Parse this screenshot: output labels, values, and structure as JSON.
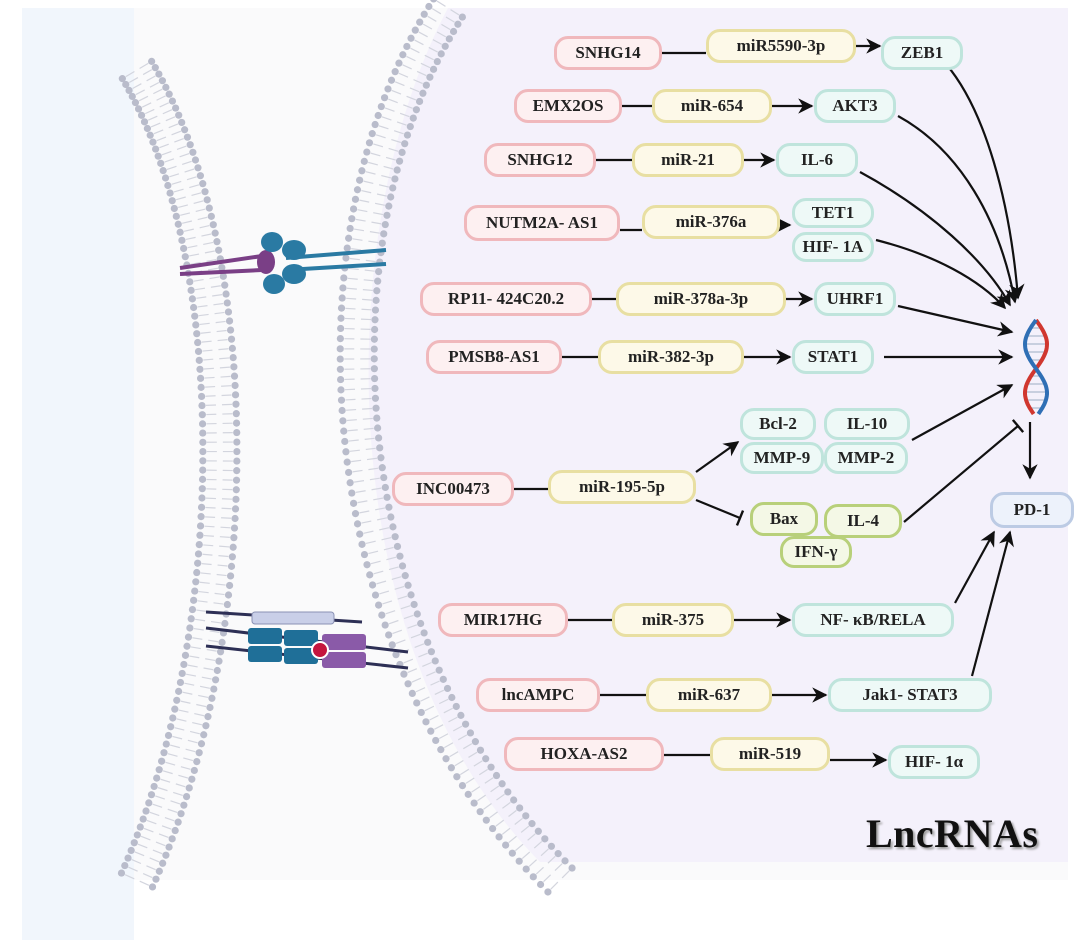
{
  "title": "LncRNAs",
  "colors": {
    "lncrna_fill": "#fdf0f1",
    "lncrna_border": "#f0b8bc",
    "mirna_fill": "#fdf9e8",
    "mirna_border": "#e8dfa2",
    "target_fill": "#eef9f7",
    "target_border": "#bfe4dc",
    "inhibited_fill": "#f4f8e6",
    "inhibited_border": "#b8d07a",
    "pd1_fill": "#edf2fb",
    "pd1_border": "#bccbe4",
    "cell_background": "#f4f1fb",
    "membrane": "#b9bccb"
  },
  "icons": [
    "dna-helix-icon",
    "receptor-ligand-icon",
    "membrane-complex-icon"
  ],
  "axes": [
    {
      "lncrna": "SNHG14",
      "mirna": "miR5590-3p",
      "targets": [
        "ZEB1"
      ]
    },
    {
      "lncrna": "EMX2OS",
      "mirna": "miR-654",
      "targets": [
        "AKT3"
      ]
    },
    {
      "lncrna": "SNHG12",
      "mirna": "miR-21",
      "targets": [
        "IL-6"
      ]
    },
    {
      "lncrna": "NUTM2A- AS1",
      "mirna": "miR-376a",
      "targets": [
        "TET1",
        "HIF- 1A"
      ]
    },
    {
      "lncrna": "RP11- 424C20.2",
      "mirna": "miR-378a-3p",
      "targets": [
        "UHRF1"
      ]
    },
    {
      "lncrna": "PMSB8-AS1",
      "mirna": "miR-382-3p",
      "targets": [
        "STAT1"
      ]
    },
    {
      "lncrna": "INC00473",
      "mirna": "miR-195-5p",
      "activated": [
        "Bcl-2",
        "IL-10",
        "MMP-9",
        "MMP-2"
      ],
      "inhibited": [
        "Bax",
        "IL-4",
        "IFN-γ"
      ]
    },
    {
      "lncrna": "MIR17HG",
      "mirna": "miR-375",
      "targets": [
        "NF- κB/RELA"
      ]
    },
    {
      "lncrna": "lncAMPC",
      "mirna": "miR-637",
      "targets": [
        "Jak1- STAT3"
      ]
    },
    {
      "lncrna": "HOXA-AS2",
      "mirna": "miR-519",
      "targets": [
        "HIF- 1α"
      ]
    }
  ],
  "pd1": "PD-1"
}
